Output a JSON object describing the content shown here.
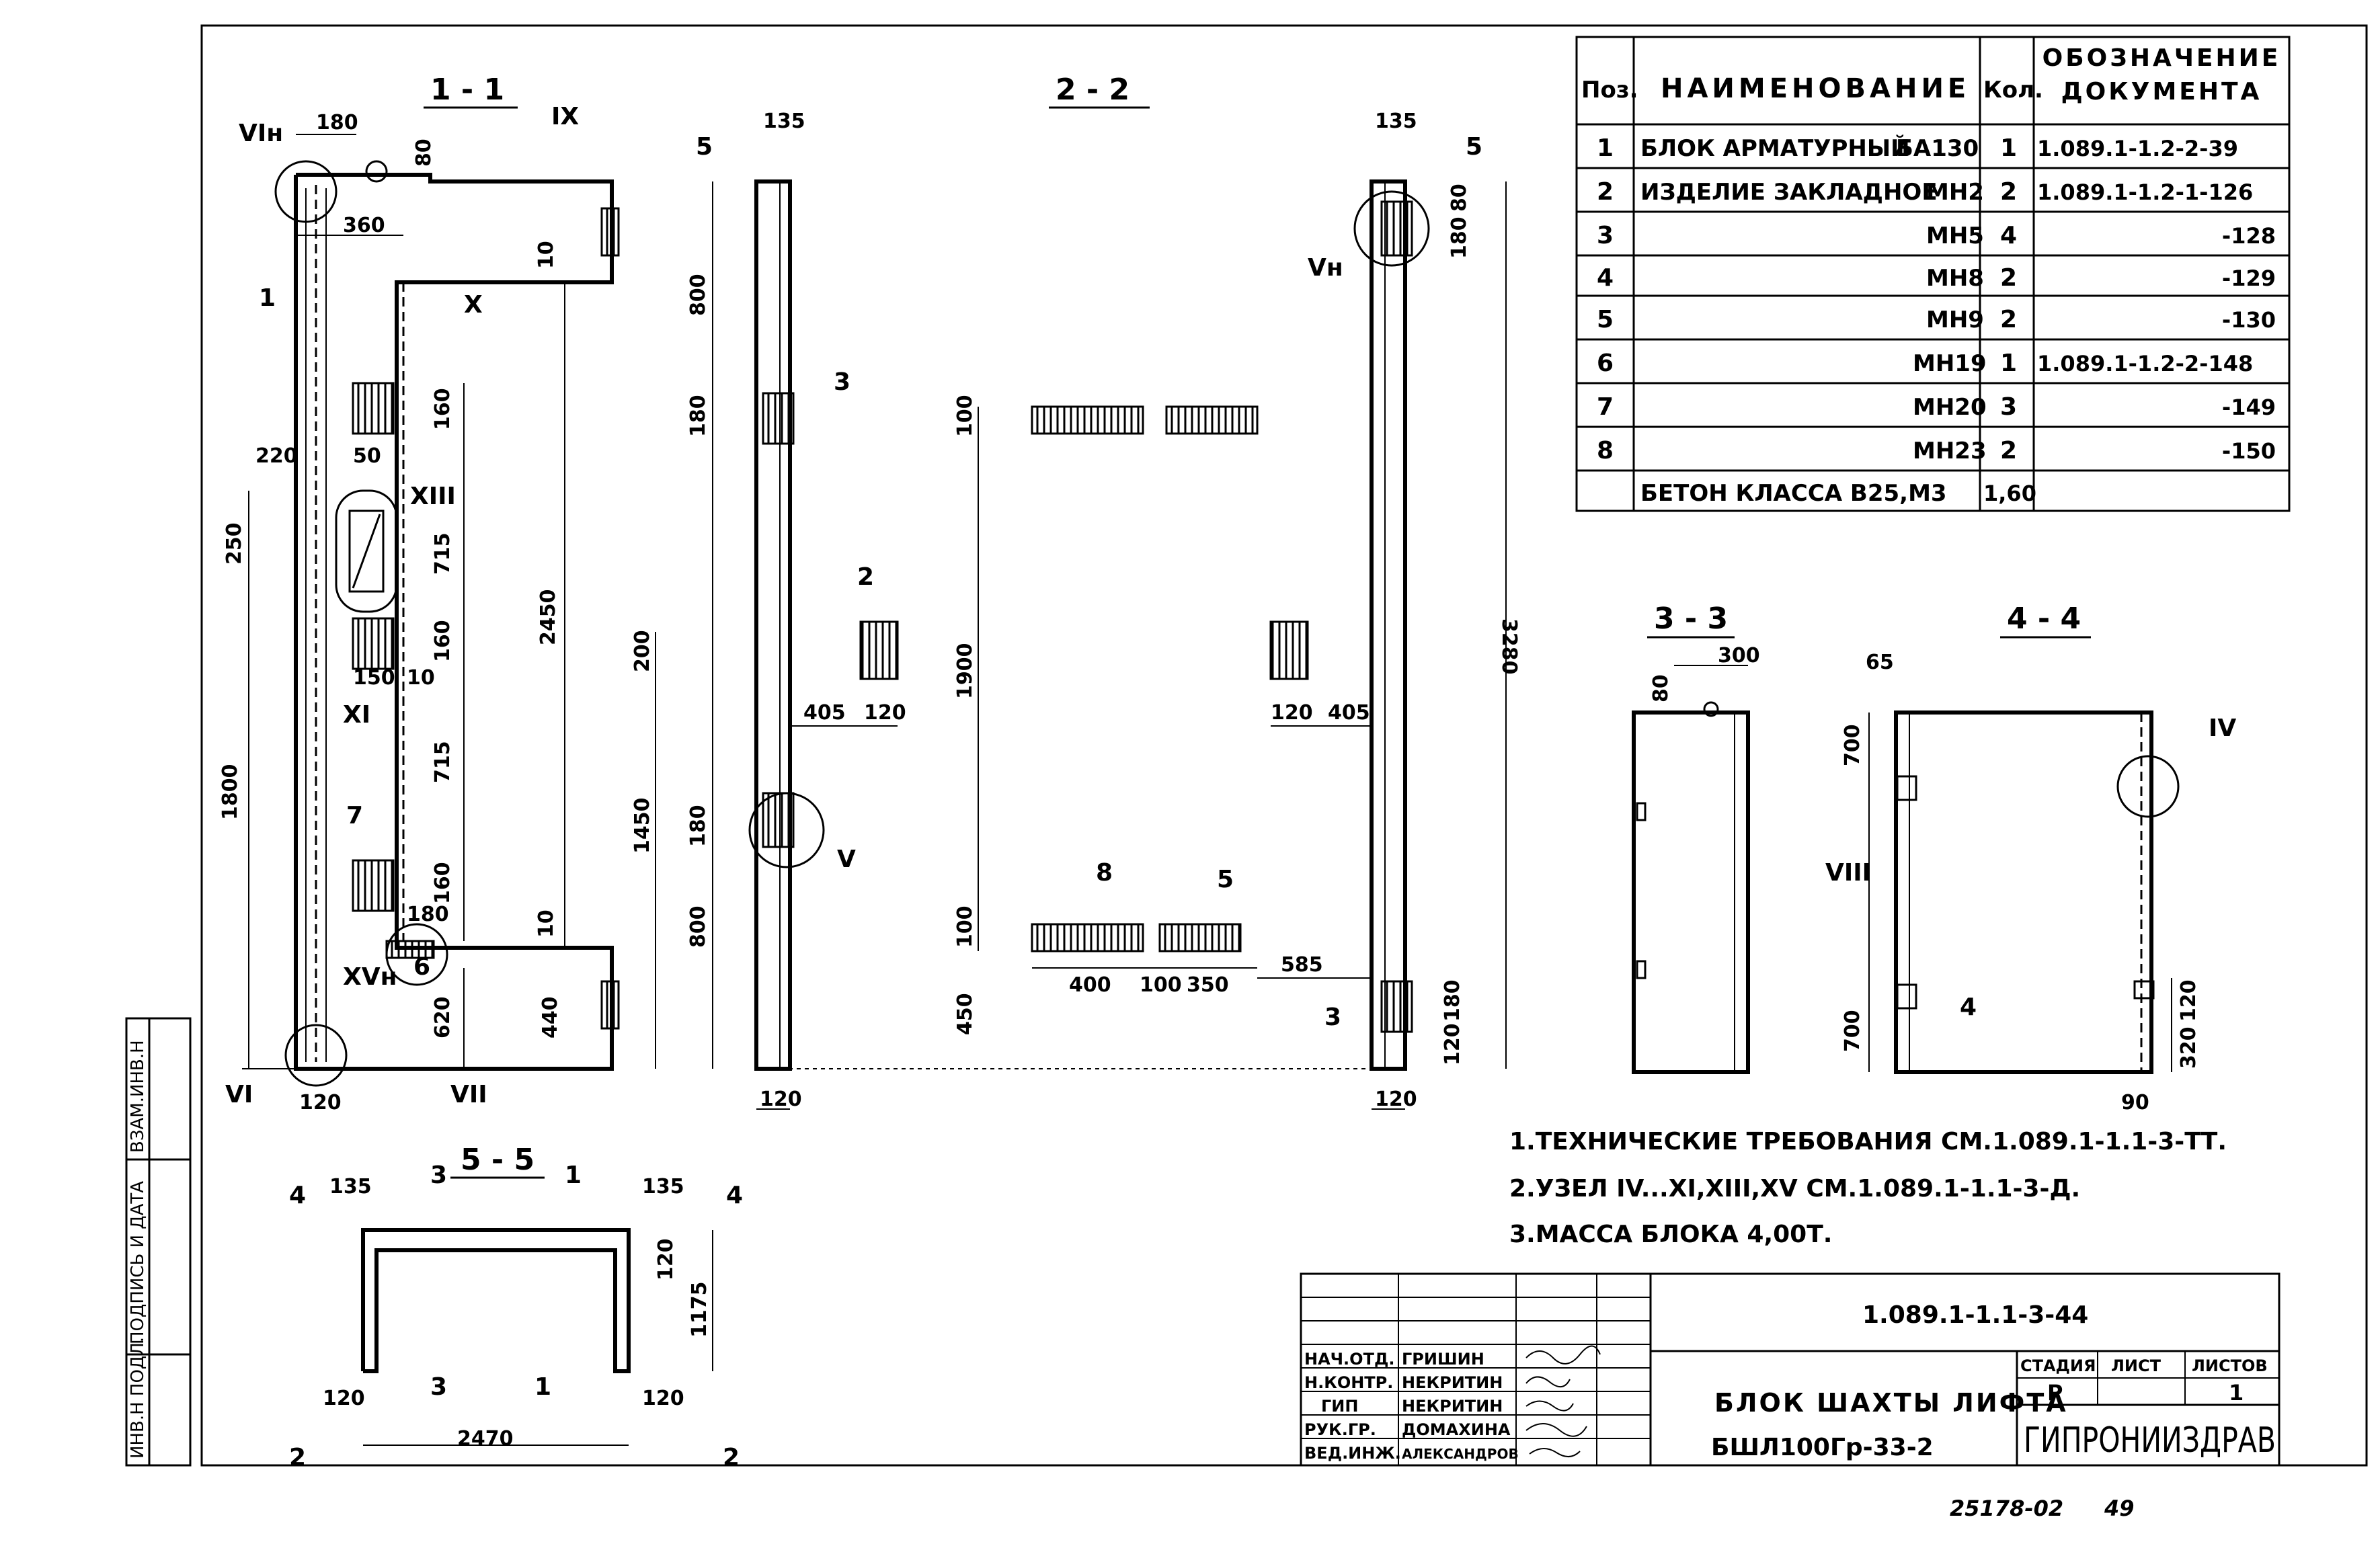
{
  "sheet": {
    "document_code": "1.089.1-1.1-3-44",
    "inventory_number": "25178-02",
    "page_number": "49"
  },
  "side_stamp": {
    "cells": [
      "ИНВ.Н ПОДЛ.",
      "ПОДПИСЬ И ДАТА",
      "ВЗАМ.ИНВ.Н"
    ]
  },
  "spec_table": {
    "headers": [
      "Поз.",
      "НАИМЕНОВАНИЕ",
      "Кол.",
      "ОБОЗНАЧЕНИЕ ДОКУМЕНТА"
    ],
    "rows": [
      {
        "pos": "1",
        "name": "БЛОК АРМАТУРНЫЙ",
        "mark": "БА130",
        "qty": "1",
        "doc": "1.089.1-1.2-2-39"
      },
      {
        "pos": "2",
        "name": "ИЗДЕЛИЕ ЗАКЛАДНОЕ",
        "mark": "МН2",
        "qty": "2",
        "doc": "1.089.1-1.2-1-126"
      },
      {
        "pos": "3",
        "name": "",
        "mark": "МН5",
        "qty": "4",
        "doc": "-128"
      },
      {
        "pos": "4",
        "name": "",
        "mark": "МН8",
        "qty": "2",
        "doc": "-129"
      },
      {
        "pos": "5",
        "name": "",
        "mark": "МН9",
        "qty": "2",
        "doc": "-130"
      },
      {
        "pos": "6",
        "name": "",
        "mark": "МН19",
        "qty": "1",
        "doc": "1.089.1-1.2-2-148"
      },
      {
        "pos": "7",
        "name": "",
        "mark": "МН20",
        "qty": "3",
        "doc": "-149"
      },
      {
        "pos": "8",
        "name": "",
        "mark": "МН23",
        "qty": "2",
        "doc": "-150"
      },
      {
        "pos": "",
        "name": "БЕТОН КЛАССА В25,М3",
        "mark": "",
        "qty": "1,60",
        "doc": ""
      }
    ]
  },
  "notes": [
    "1.ТЕХНИЧЕСКИЕ ТРЕБОВАНИЯ СМ.1.089.1-1.1-3-ТТ.",
    "2.УЗЕЛ IV...XI,XIII,XV СМ.1.089.1-1.1-3-Д.",
    "3.МАССА БЛОКА 4,00Т."
  ],
  "sections": {
    "s1": "1 - 1",
    "s2": "2 - 2",
    "s3": "3 - 3",
    "s4": "4 - 4",
    "s5": "5 - 5"
  },
  "view_1_1": {
    "dims": [
      "180",
      "80",
      "360",
      "10",
      "220",
      "50",
      "250",
      "160",
      "715",
      "160",
      "150",
      "10",
      "715",
      "160",
      "180",
      "10",
      "620",
      "440",
      "1800",
      "2450",
      "120"
    ],
    "callouts": [
      "VIн",
      "IX",
      "X",
      "XIII",
      "XI",
      "VI",
      "VII",
      "XVн"
    ],
    "positions": [
      "1",
      "7",
      "6"
    ]
  },
  "view_2_2": {
    "dims": [
      "135",
      "135",
      "800",
      "180",
      "80",
      "180",
      "100",
      "200",
      "405",
      "120",
      "1900",
      "120",
      "405",
      "1450",
      "180",
      "100",
      "800",
      "400",
      "100",
      "350",
      "585",
      "450",
      "180",
      "120",
      "3280",
      "120",
      "120"
    ],
    "callouts": [
      "5",
      "5",
      "Vн",
      "V"
    ],
    "positions": [
      "3",
      "2",
      "8",
      "5",
      "3"
    ]
  },
  "view_3_3": {
    "dims": [
      "80",
      "300"
    ]
  },
  "view_4_4": {
    "dims": [
      "65",
      "700",
      "700",
      "120",
      "320",
      "90"
    ],
    "callouts": [
      "IV",
      "VIII"
    ],
    "positions": [
      "4"
    ]
  },
  "view_5_5": {
    "dims": [
      "135",
      "135",
      "120",
      "1175",
      "120",
      "2470",
      "120"
    ],
    "cut_marks": [
      "4",
      "3",
      "1",
      "4",
      "3",
      "1",
      "2",
      "2"
    ]
  },
  "title_block": {
    "roles": [
      "НАЧ.ОТД.",
      "Н.КОНТР.",
      "ГИП",
      "РУК.ГР.",
      "ВЕД.ИНЖ."
    ],
    "names": [
      "ГРИШИН",
      "НЕКРИТИН",
      "НЕКРИТИН",
      "ДОМАХИНА",
      "АЛЕКСАНДРОВ"
    ],
    "title_line1": "БЛОК ШАХТЫ ЛИФТА",
    "title_line2": "БШЛ100Гр-33-2",
    "stage_label": "СТАДИЯ",
    "sheet_label": "ЛИСТ",
    "sheets_label": "ЛИСТОВ",
    "stage": "Р",
    "sheet": "",
    "sheets": "1",
    "organization": "ГИПРОНИИЗДРАВ"
  }
}
